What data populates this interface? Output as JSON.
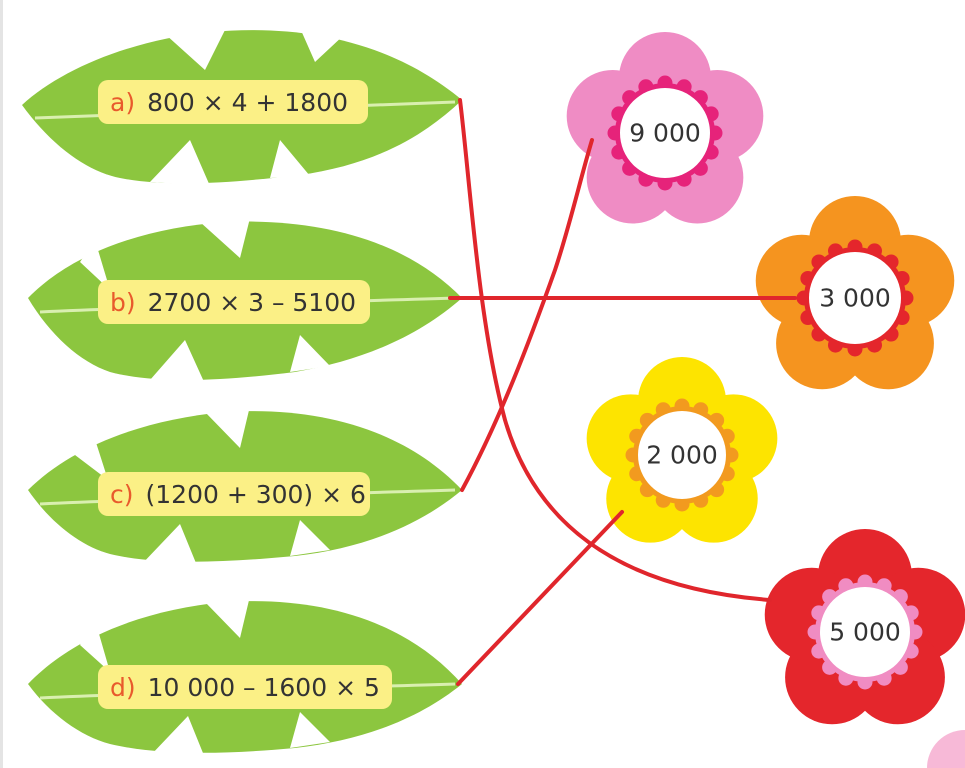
{
  "expressions": [
    {
      "letter": "a)",
      "text": "800 × 4 + 1800"
    },
    {
      "letter": "b)",
      "text": "2700 × 3 – 5100"
    },
    {
      "letter": "c)",
      "text": "(1200 + 300) × 6"
    },
    {
      "letter": "d)",
      "text": "10 000 – 1600 × 5"
    }
  ],
  "results": [
    {
      "value": "9 000"
    },
    {
      "value": "3 000"
    },
    {
      "value": "2 000"
    },
    {
      "value": "5 000"
    }
  ],
  "colors": {
    "leaf": "#8cc63f",
    "leaf_light": "#a8d65a",
    "leaf_dark": "#6fae2b",
    "label_bg": "#fbf086",
    "line": "#e0262c",
    "flower_pink": "#ef8cc4",
    "flower_pink_ring": "#e6237a",
    "flower_orange": "#f5941f",
    "flower_orange_ring": "#e4262c",
    "flower_yellow": "#fde400",
    "flower_yellow_ring": "#f29a1f",
    "flower_red": "#e4262c",
    "flower_red_ring": "#f08cc2"
  }
}
